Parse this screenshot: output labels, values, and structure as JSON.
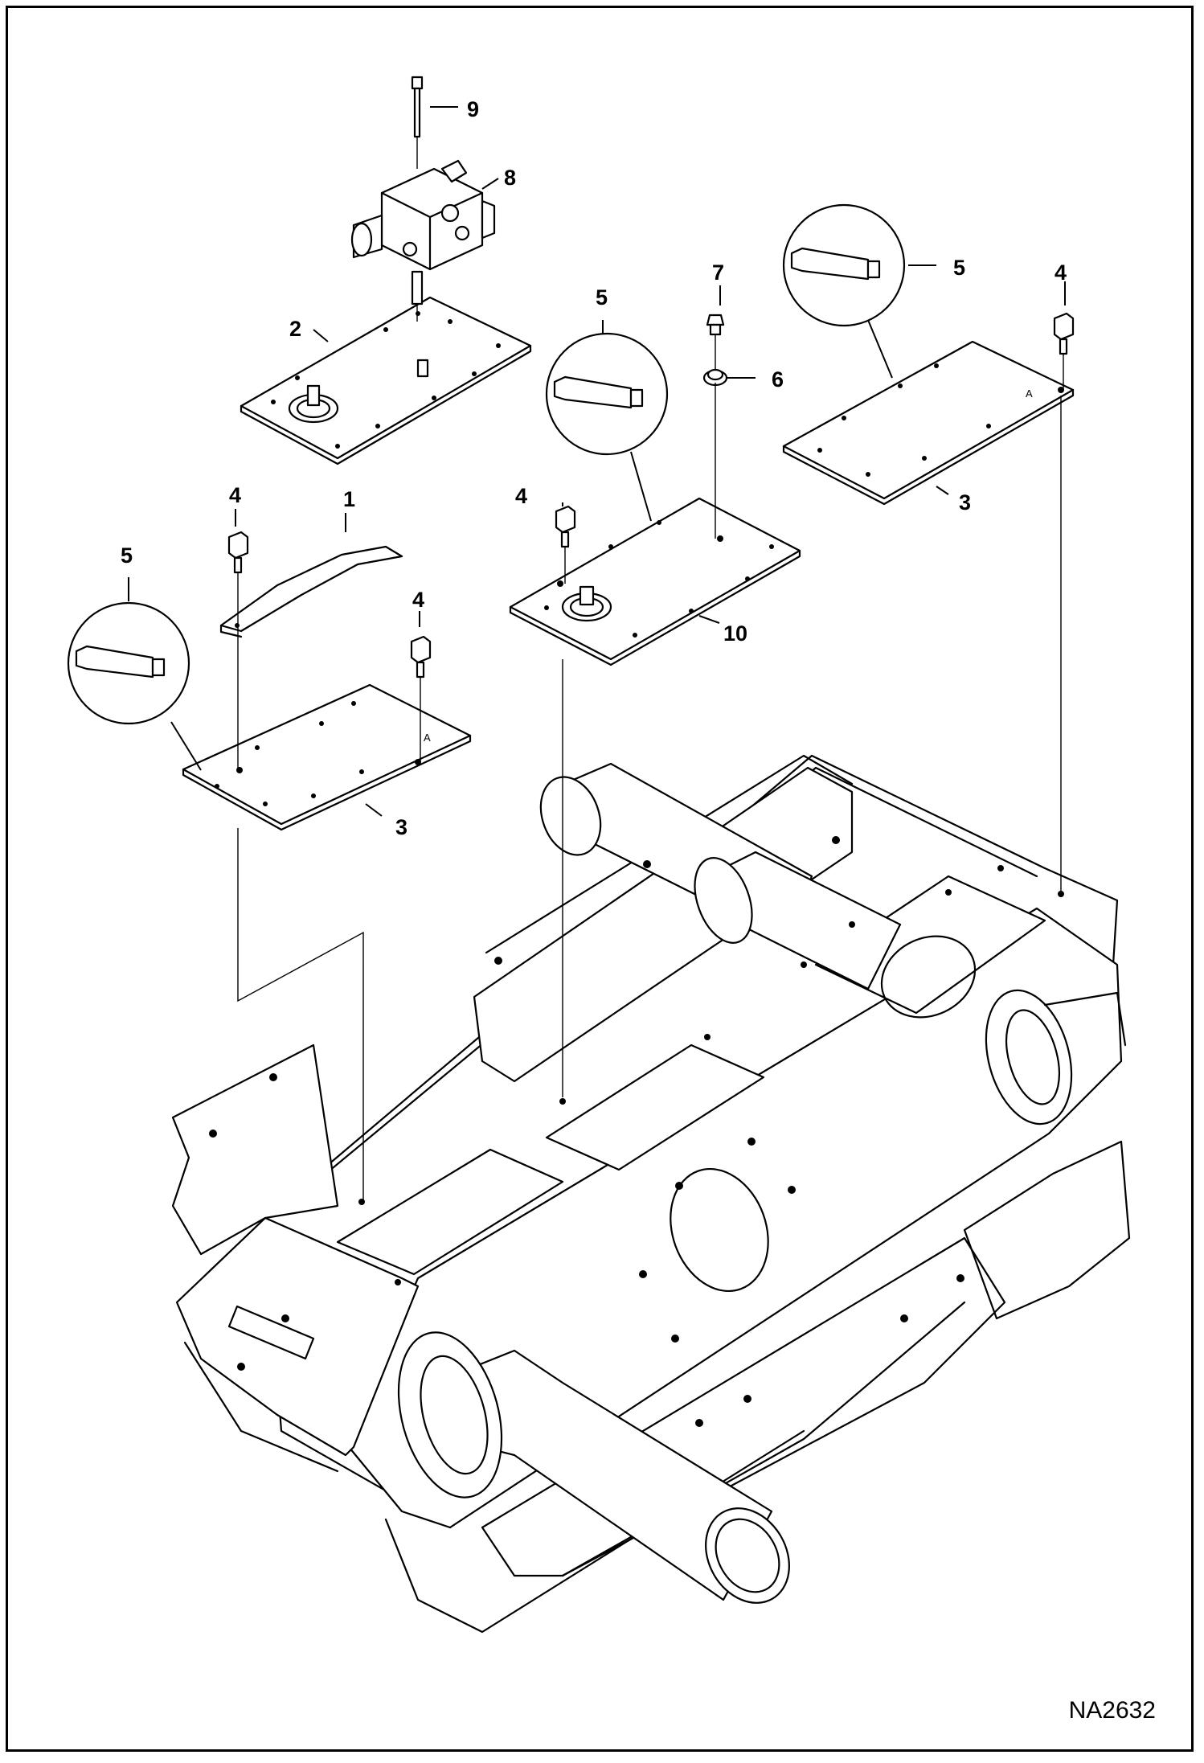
{
  "figure_id": "NA2632",
  "colors": {
    "line": "#000000",
    "background": "#ffffff"
  },
  "callouts": [
    {
      "key": "c1",
      "label": "1"
    },
    {
      "key": "c2",
      "label": "2"
    },
    {
      "key": "c3a",
      "label": "3"
    },
    {
      "key": "c3b",
      "label": "3"
    },
    {
      "key": "c4a",
      "label": "4"
    },
    {
      "key": "c4b",
      "label": "4"
    },
    {
      "key": "c4c",
      "label": "4"
    },
    {
      "key": "c4d",
      "label": "4"
    },
    {
      "key": "c5a",
      "label": "5"
    },
    {
      "key": "c5b",
      "label": "5"
    },
    {
      "key": "c5c",
      "label": "5"
    },
    {
      "key": "c6",
      "label": "6"
    },
    {
      "key": "c7",
      "label": "7"
    },
    {
      "key": "c8",
      "label": "8"
    },
    {
      "key": "c9",
      "label": "9"
    },
    {
      "key": "c10",
      "label": "10"
    }
  ],
  "plate_marks": {
    "a1": "A",
    "a2": "A"
  },
  "icons": [
    "grease-tube-icon",
    "bolt-icon",
    "valve-block-icon",
    "washer-icon",
    "grease-fitting-icon"
  ]
}
